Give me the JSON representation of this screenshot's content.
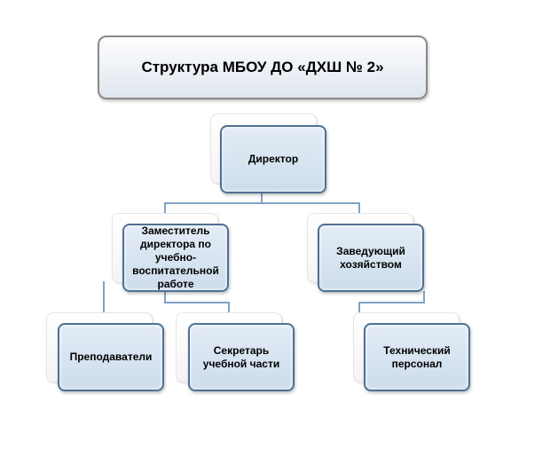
{
  "title": "Структура МБОУ ДО «ДХШ № 2»",
  "nodes": {
    "director": "Директор",
    "deputy": "Заместитель директора по учебно-воспитательной работе",
    "zavhoz": "Заведующий хозяйством",
    "teachers": "Преподаватели",
    "secretary": "Секретарь учебной части",
    "tech": "Технический персонал"
  }
}
